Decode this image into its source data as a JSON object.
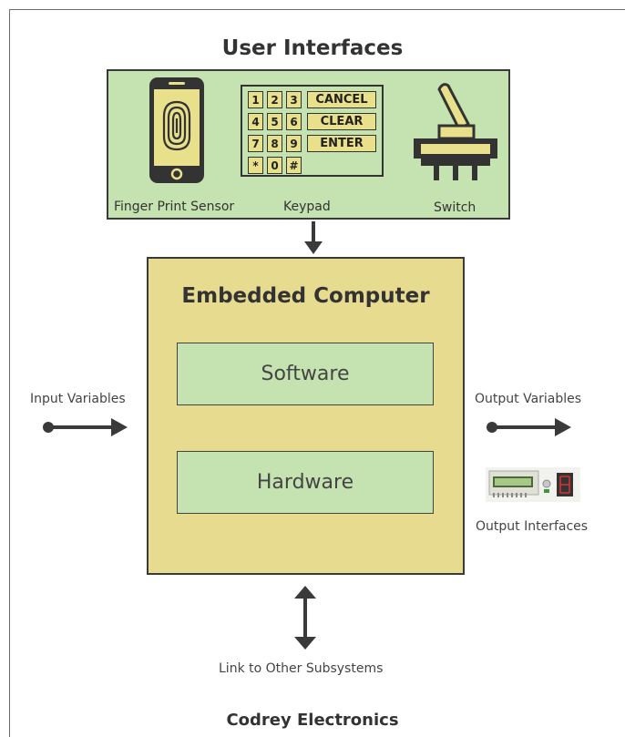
{
  "header": {
    "title": "User Interfaces"
  },
  "user_interfaces": {
    "fingerprint_label": "Finger Print Sensor",
    "keypad_label": "Keypad",
    "switch_label": "Switch",
    "keypad_keys": [
      "1",
      "2",
      "3",
      "4",
      "5",
      "6",
      "7",
      "8",
      "9",
      "*",
      "0",
      "#"
    ],
    "keypad_function_keys": [
      "CANCEL",
      "CLEAR",
      "ENTER"
    ]
  },
  "computer": {
    "title": "Embedded Computer",
    "software_label": "Software",
    "hardware_label": "Hardware"
  },
  "input_label": "Input Variables",
  "output_label": "Output Variables",
  "output_interfaces_label": "Output Interfaces",
  "link_label": "Link to Other Subsystems",
  "footer": {
    "brand": "Codrey Electronics"
  },
  "colors": {
    "panel_green": "#c5e3b0",
    "computer_yellow": "#e7db8f",
    "key_yellow": "#e9e08c",
    "arrow": "#3a3a3a"
  }
}
